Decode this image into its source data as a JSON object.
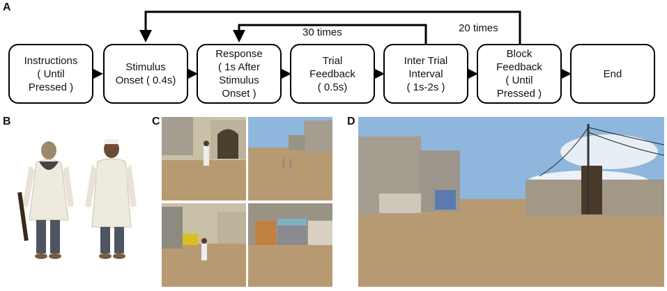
{
  "panels": {
    "a": "A",
    "b": "B",
    "c": "C",
    "d": "D"
  },
  "flow": {
    "steps": [
      "Instructions\n( Until\nPressed )",
      "Stimulus\nOnset ( 0.4s)",
      "Response\n( 1s After\nStimulus\nOnset )",
      "Trial\nFeedback\n( 0.5s)",
      "Inter Trial\nInterval\n( 1s-2s )",
      "Block\nFeedback\n( Until\nPressed )",
      "End"
    ],
    "loops": {
      "trial": "30 times",
      "block": "20 times"
    }
  },
  "colors": {
    "sky": "#8fb6dd",
    "ground": "#b89a72",
    "building": "#a59e90"
  }
}
